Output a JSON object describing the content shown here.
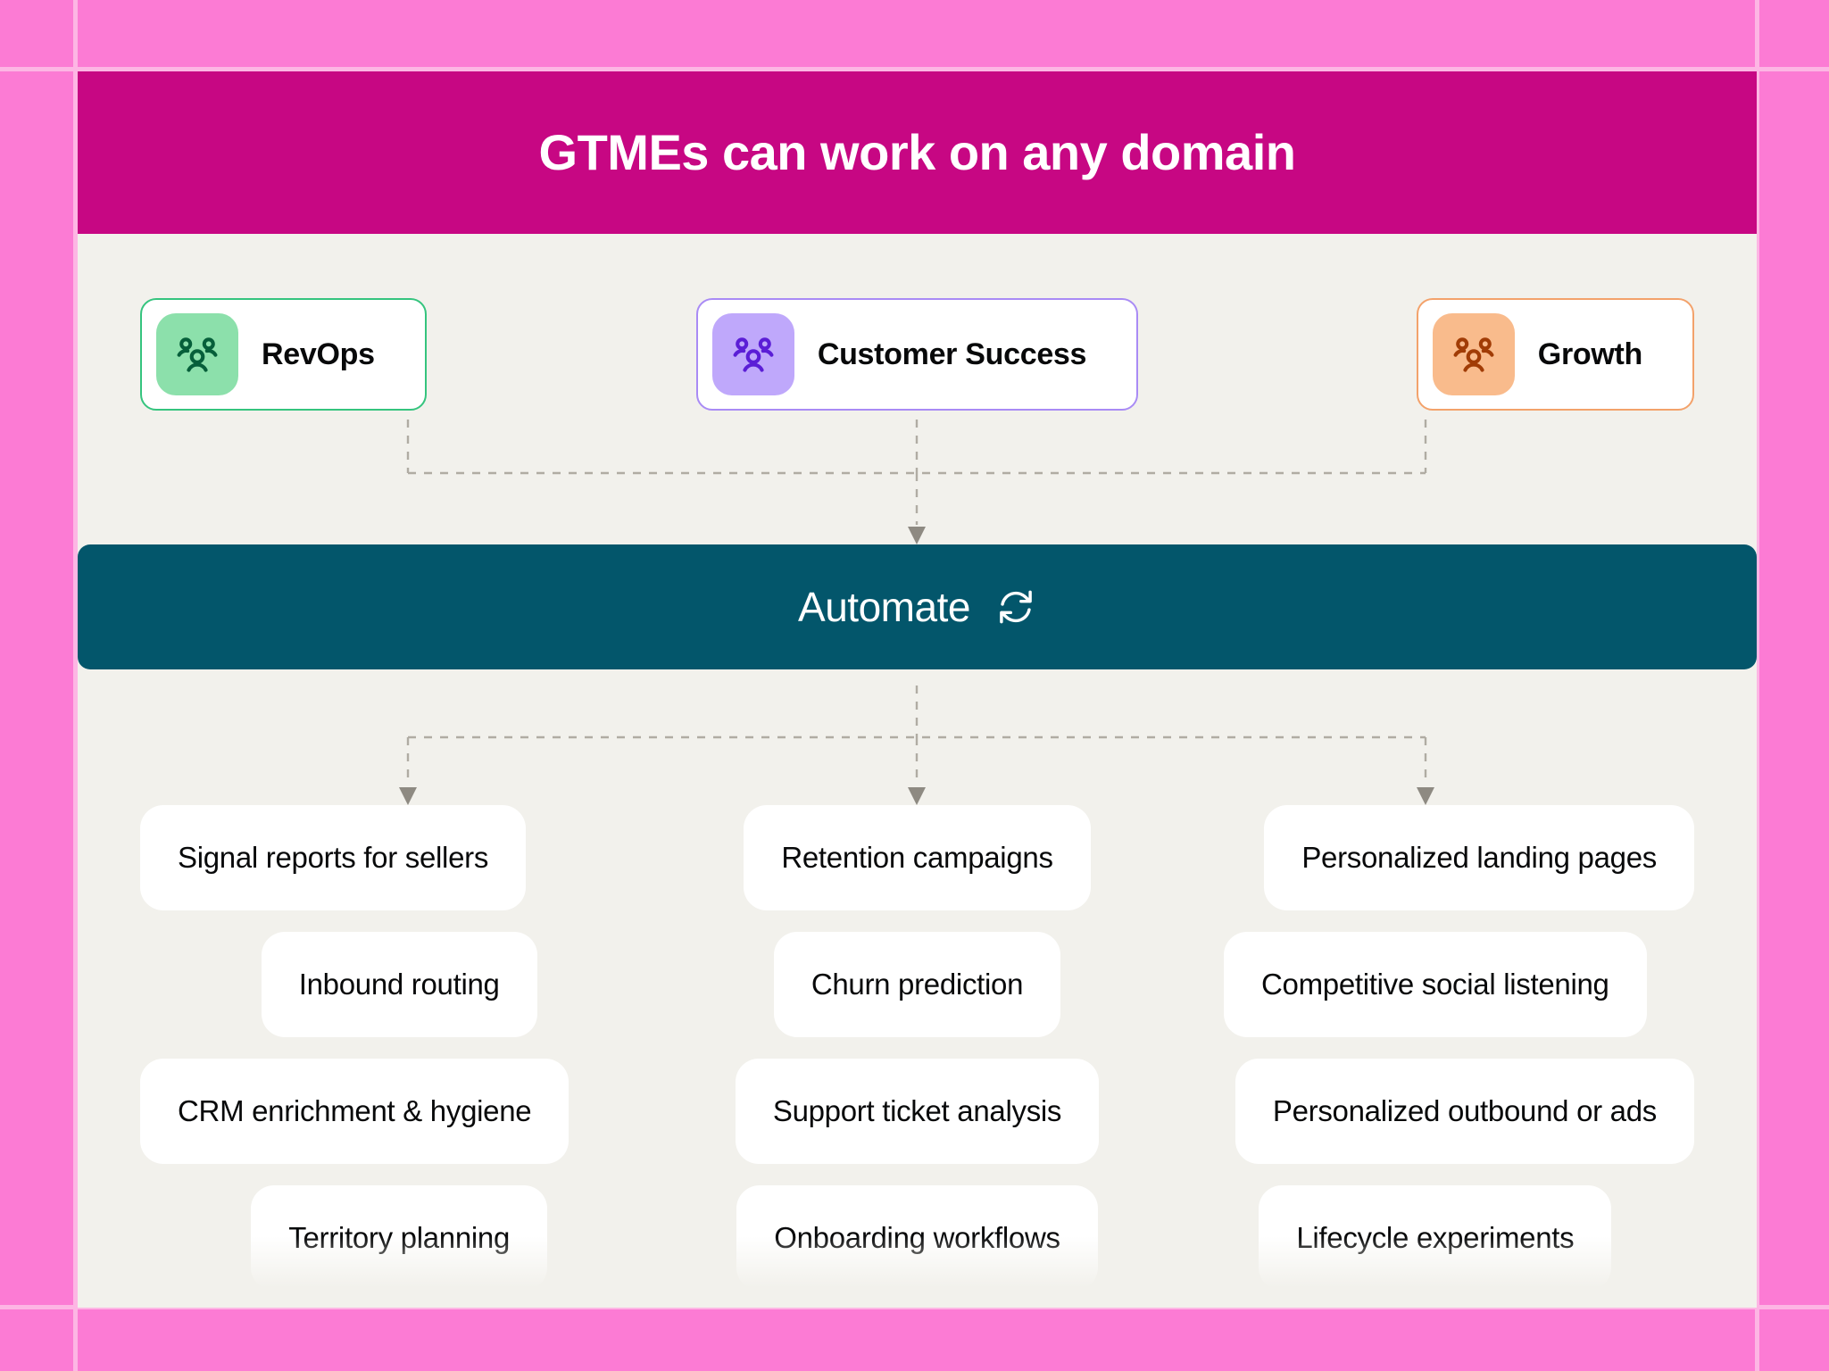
{
  "header": {
    "title": "GTMEs can work on any domain",
    "background_color": "#c70783",
    "text_color": "#ffffff"
  },
  "page": {
    "backdrop_color": "#fc7bd4",
    "gridline_color": "#fdb6e4",
    "panel_background": "#f2f1ec"
  },
  "domains": [
    {
      "label": "RevOps",
      "icon": "users-three-icon",
      "border_color": "#35c47e",
      "tile_color": "#8ce0ab",
      "icon_color": "#065f3a"
    },
    {
      "label": "Customer Success",
      "icon": "users-three-icon",
      "border_color": "#a98bf5",
      "tile_color": "#bfa8fb",
      "icon_color": "#5b1ed6"
    },
    {
      "label": "Growth",
      "icon": "users-three-icon",
      "border_color": "#f3a26b",
      "tile_color": "#f9bb8c",
      "icon_color": "#a13c06"
    }
  ],
  "automate": {
    "label": "Automate",
    "icon": "refresh-sync-icon",
    "background_color": "#03566b",
    "text_color": "#ffffff"
  },
  "connectors": {
    "line_color": "#b0aca3",
    "style": "dashed"
  },
  "outputs": {
    "columns": [
      {
        "domain": "RevOps",
        "cards": [
          "Signal reports for sellers",
          "Inbound routing",
          "CRM enrichment & hygiene",
          "Territory planning"
        ]
      },
      {
        "domain": "Customer Success",
        "cards": [
          "Retention campaigns",
          "Churn prediction",
          "Support ticket analysis",
          "Onboarding workflows"
        ]
      },
      {
        "domain": "Growth",
        "cards": [
          "Personalized landing pages",
          "Competitive social listening",
          "Personalized outbound or ads",
          "Lifecycle experiments"
        ]
      }
    ]
  }
}
